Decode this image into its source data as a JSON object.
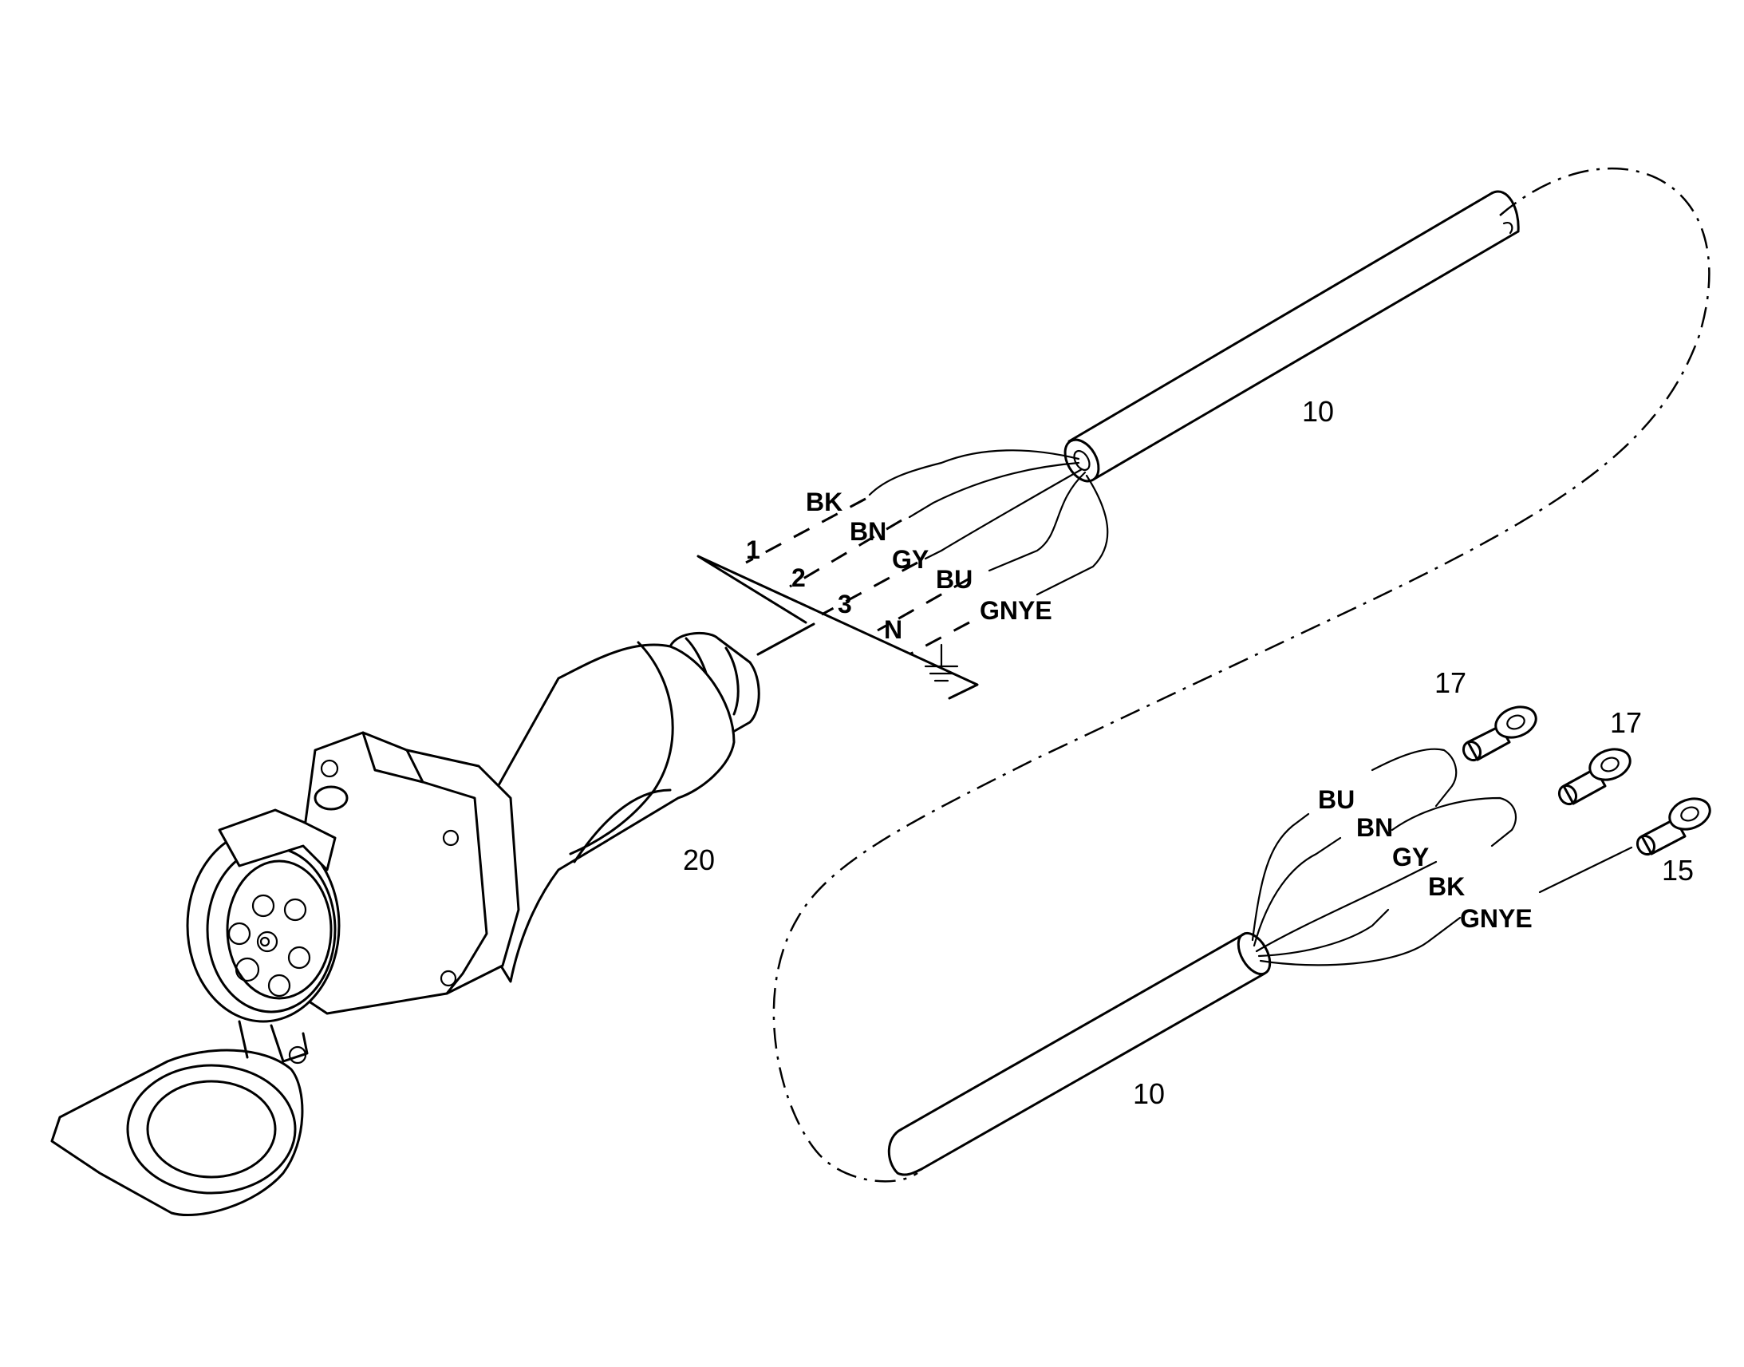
{
  "callouts": {
    "cable_top": "10",
    "cable_bottom": "10",
    "connector": "20",
    "eyelet_1": "17",
    "eyelet_2": "17",
    "eyelet_3": "15"
  },
  "top_wires": [
    "BK",
    "BN",
    "GY",
    "BU",
    "GNYE"
  ],
  "terminals": [
    "1",
    "2",
    "3",
    "N"
  ],
  "bottom_wires": [
    "BU",
    "BN",
    "GY",
    "BK",
    "GNYE"
  ],
  "icons": {
    "ground": "ground-symbol-icon"
  }
}
